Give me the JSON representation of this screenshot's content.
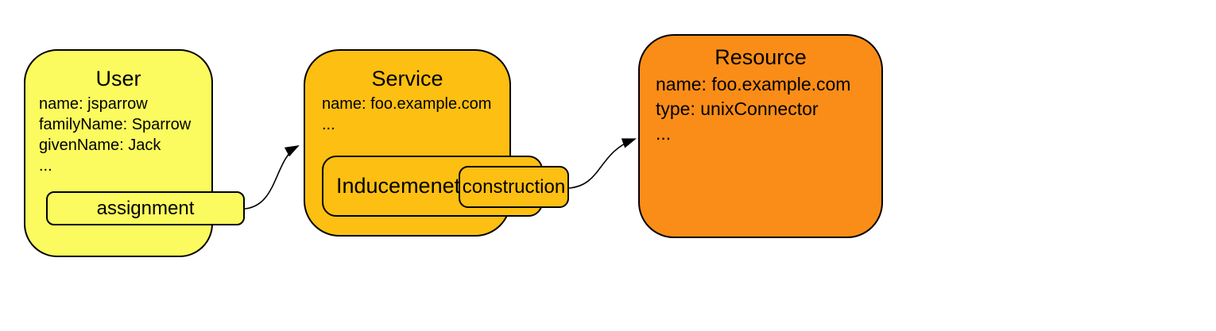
{
  "colors": {
    "canvas-bg": "#ffffff",
    "stroke": "#000000",
    "node-yellow": "#fbfb5f",
    "node-amber": "#fcbf12",
    "node-orange": "#fa8d18"
  },
  "nodes": {
    "user": {
      "title": "User",
      "attributes": [
        "name: jsparrow",
        "familyName: Sparrow",
        "givenName: Jack",
        "..."
      ]
    },
    "assignment": {
      "label": "assignment"
    },
    "service": {
      "title": "Service",
      "attributes": [
        "name: foo.example.com",
        "..."
      ]
    },
    "inducement": {
      "label": "Inducemenet"
    },
    "construction": {
      "label": "construction"
    },
    "resource": {
      "title": "Resource",
      "attributes": [
        "name: foo.example.com",
        "type: unixConnector",
        "..."
      ]
    }
  },
  "connectors": [
    {
      "name": "assignment-to-service",
      "from": "assignment",
      "to": "service"
    },
    {
      "name": "construction-to-resource",
      "from": "construction",
      "to": "resource"
    }
  ]
}
